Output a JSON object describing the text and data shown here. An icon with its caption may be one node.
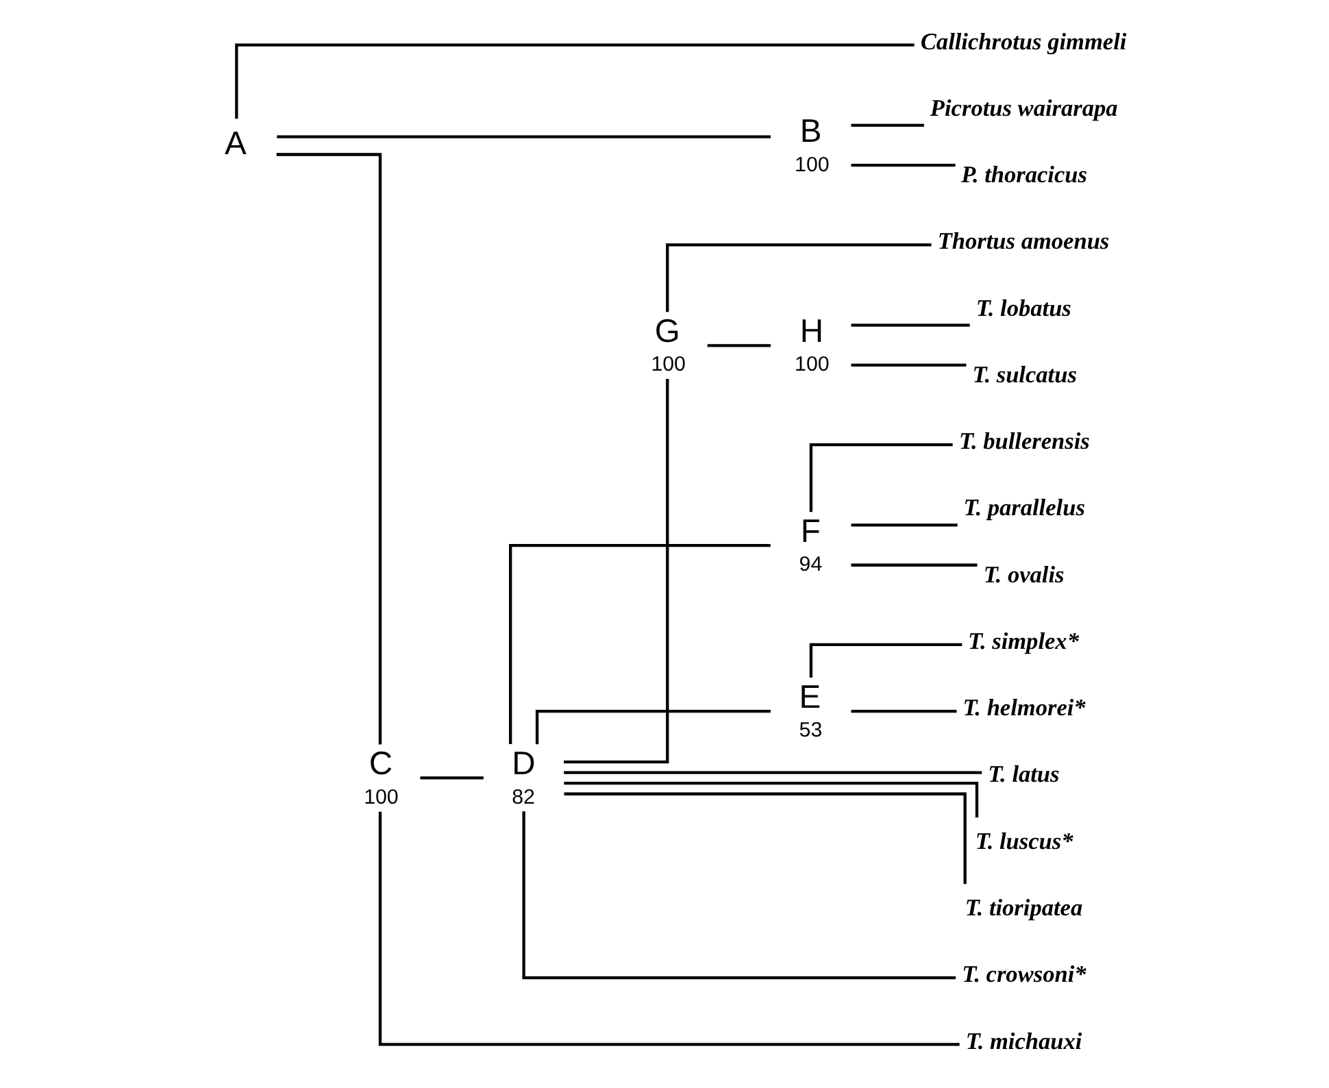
{
  "diagram": {
    "nodes": [
      {
        "text": [
          "A"
        ]
      },
      {
        "text": [
          "Callichrotus gimmeli"
        ]
      },
      {
        "text": [
          "B"
        ],
        "beside": [
          "100"
        ]
      },
      {
        "text": [
          "Picrotus wairarapa"
        ]
      },
      {
        "text": [
          "P. thoracicus"
        ]
      },
      {
        "text": [
          "C"
        ],
        "beside": [
          "100"
        ]
      },
      {
        "text": [
          "D"
        ],
        "beside": [
          "82"
        ]
      },
      {
        "text": [
          "G"
        ],
        "beside": [
          "100"
        ]
      },
      {
        "text": [
          "Thortus amoenus"
        ]
      },
      {
        "text": [
          "H"
        ],
        "beside": [
          "100"
        ]
      },
      {
        "text": [
          "T. lobatus"
        ]
      },
      {
        "text": [
          "T. sulcatus"
        ]
      },
      {
        "text": [
          "F"
        ],
        "beside": [
          "94"
        ]
      },
      {
        "text": [
          "T. bullerensis"
        ]
      },
      {
        "text": [
          "T. parallelus"
        ]
      },
      {
        "text": [
          "T. ovalis"
        ]
      },
      {
        "text": [
          "E"
        ],
        "beside": [
          "53"
        ]
      },
      {
        "text": [
          "T. simplex*"
        ]
      },
      {
        "text": [
          "T. helmorei*"
        ]
      },
      {
        "text": [
          "T. latus"
        ]
      },
      {
        "text": [
          "T. luscus*"
        ]
      },
      {
        "text": [
          "T. tioripatea"
        ]
      },
      {
        "text": [
          "T. crowsoni*"
        ]
      },
      {
        "text": [
          "T. michauxi"
        ]
      }
    ],
    "edges": [
      {
        "from": 0,
        "to": 1,
        "arrow": "none"
      },
      {
        "from": 0,
        "to": 2,
        "arrow": "none"
      },
      {
        "from": 2,
        "to": 3,
        "arrow": "none"
      },
      {
        "from": 2,
        "to": 4,
        "arrow": "none"
      },
      {
        "from": 0,
        "to": 5,
        "arrow": "none"
      },
      {
        "from": 5,
        "to": 6,
        "arrow": "none"
      },
      {
        "from": 6,
        "to": 7,
        "arrow": "none"
      },
      {
        "from": 7,
        "to": 8,
        "arrow": "none"
      },
      {
        "from": 7,
        "to": 9,
        "arrow": "none"
      },
      {
        "from": 9,
        "to": 10,
        "arrow": "none"
      },
      {
        "from": 9,
        "to": 11,
        "arrow": "none"
      },
      {
        "from": 6,
        "to": 12,
        "arrow": "none"
      },
      {
        "from": 12,
        "to": 13,
        "arrow": "none"
      },
      {
        "from": 12,
        "to": 14,
        "arrow": "none"
      },
      {
        "from": 12,
        "to": 15,
        "arrow": "none"
      },
      {
        "from": 6,
        "to": 16,
        "arrow": "none"
      },
      {
        "from": 16,
        "to": 17,
        "arrow": "none"
      },
      {
        "from": 16,
        "to": 18,
        "arrow": "none"
      },
      {
        "from": 6,
        "to": 19,
        "arrow": "none"
      },
      {
        "from": 6,
        "to": 20,
        "arrow": "none"
      },
      {
        "from": 6,
        "to": 21,
        "arrow": "none"
      },
      {
        "from": 6,
        "to": 22,
        "arrow": "none"
      },
      {
        "from": 5,
        "to": 23,
        "arrow": "none"
      }
    ]
  }
}
